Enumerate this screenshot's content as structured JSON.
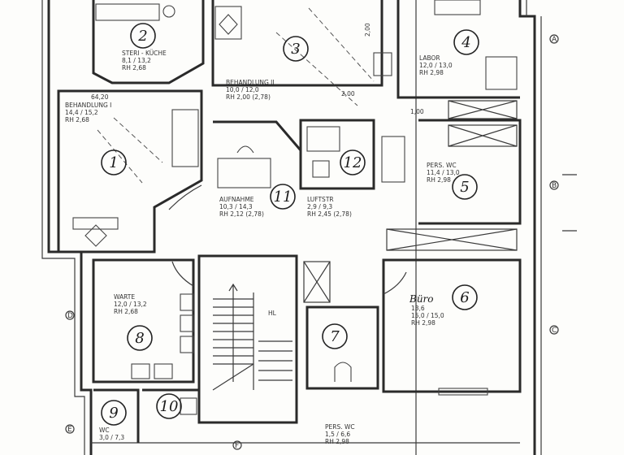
{
  "rooms": [
    {
      "id": "r1",
      "number": "1",
      "lines": [
        "BEHANDLUNG I",
        "14,4 / 15,2",
        "RH 2,68"
      ]
    },
    {
      "id": "r2",
      "number": "2",
      "lines": [
        "STERI - KÜCHE",
        "8,1 / 13,2",
        "RH 2,68"
      ]
    },
    {
      "id": "r3",
      "number": "3",
      "lines": [
        "BEHANDLUNG II",
        "10,0 / 12,0",
        "RH 2,00 (2,78)"
      ]
    },
    {
      "id": "r4",
      "number": "4",
      "lines": [
        "LABOR",
        "12,0 / 13,0",
        "RH 2,98"
      ]
    },
    {
      "id": "r5",
      "number": "5",
      "lines": [
        "PERS. WC",
        "11,4 / 13,0",
        "RH 2,98"
      ]
    },
    {
      "id": "r6",
      "number": "6",
      "extra": "Büro",
      "lines": [
        "13,6",
        "15,0 / 15,0",
        "RH 2,98"
      ]
    },
    {
      "id": "r7",
      "number": "7",
      "lines": []
    },
    {
      "id": "r8",
      "number": "8",
      "lines": [
        "WARTE",
        "12,0 / 13,2",
        "RH 2,68"
      ]
    },
    {
      "id": "r9",
      "number": "9",
      "lines": [
        "WC",
        "3,0 / 7,3"
      ]
    },
    {
      "id": "r10",
      "number": "10",
      "lines": []
    },
    {
      "id": "r11",
      "number": "11",
      "lines": [
        "AUFNAHME",
        "10,3 / 14,3",
        "RH 2,12 (2,78)"
      ]
    },
    {
      "id": "r12",
      "number": "12",
      "lines": [
        "LUFTSTR",
        "2,9 / 9,3",
        "RH 2,45 (2,78)"
      ]
    },
    {
      "id": "r13",
      "number": "",
      "lines": [
        "PERS. WC",
        "1,5 / 6,6",
        "RH 2,98"
      ]
    }
  ],
  "dimensions": [
    "64,20",
    "2,00",
    "2,00",
    "1,00"
  ],
  "stair_label": "HL",
  "axis_labels": [
    "A",
    "B",
    "C",
    "D",
    "E",
    "F"
  ]
}
